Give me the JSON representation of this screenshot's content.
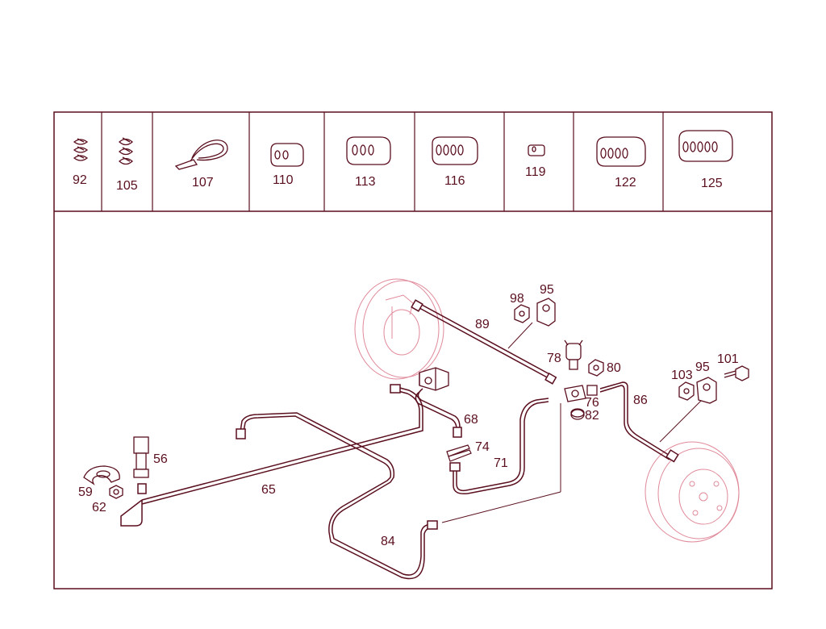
{
  "colors": {
    "ink": "#5a0f1e",
    "ghost": "#e08a9a",
    "background": "#ffffff"
  },
  "header_parts": [
    {
      "number": "92",
      "icon": "clip-icon"
    },
    {
      "number": "105",
      "icon": "clip-icon"
    },
    {
      "number": "107",
      "icon": "cable-tie-icon"
    },
    {
      "number": "110",
      "icon": "holder-icon"
    },
    {
      "number": "113",
      "icon": "holder-icon"
    },
    {
      "number": "116",
      "icon": "holder-icon"
    },
    {
      "number": "119",
      "icon": "holder-icon"
    },
    {
      "number": "122",
      "icon": "holder-icon"
    },
    {
      "number": "125",
      "icon": "holder-icon"
    }
  ],
  "callouts": {
    "p56": "56",
    "p59": "59",
    "p62": "62",
    "p65": "65",
    "p68": "68",
    "p71": "71",
    "p74": "74",
    "p76": "76",
    "p78": "78",
    "p80": "80",
    "p82": "82",
    "p84": "84",
    "p86": "86",
    "p89": "89",
    "p95a": "95",
    "p98": "98",
    "p95b": "95",
    "p101": "101",
    "p103": "103"
  }
}
